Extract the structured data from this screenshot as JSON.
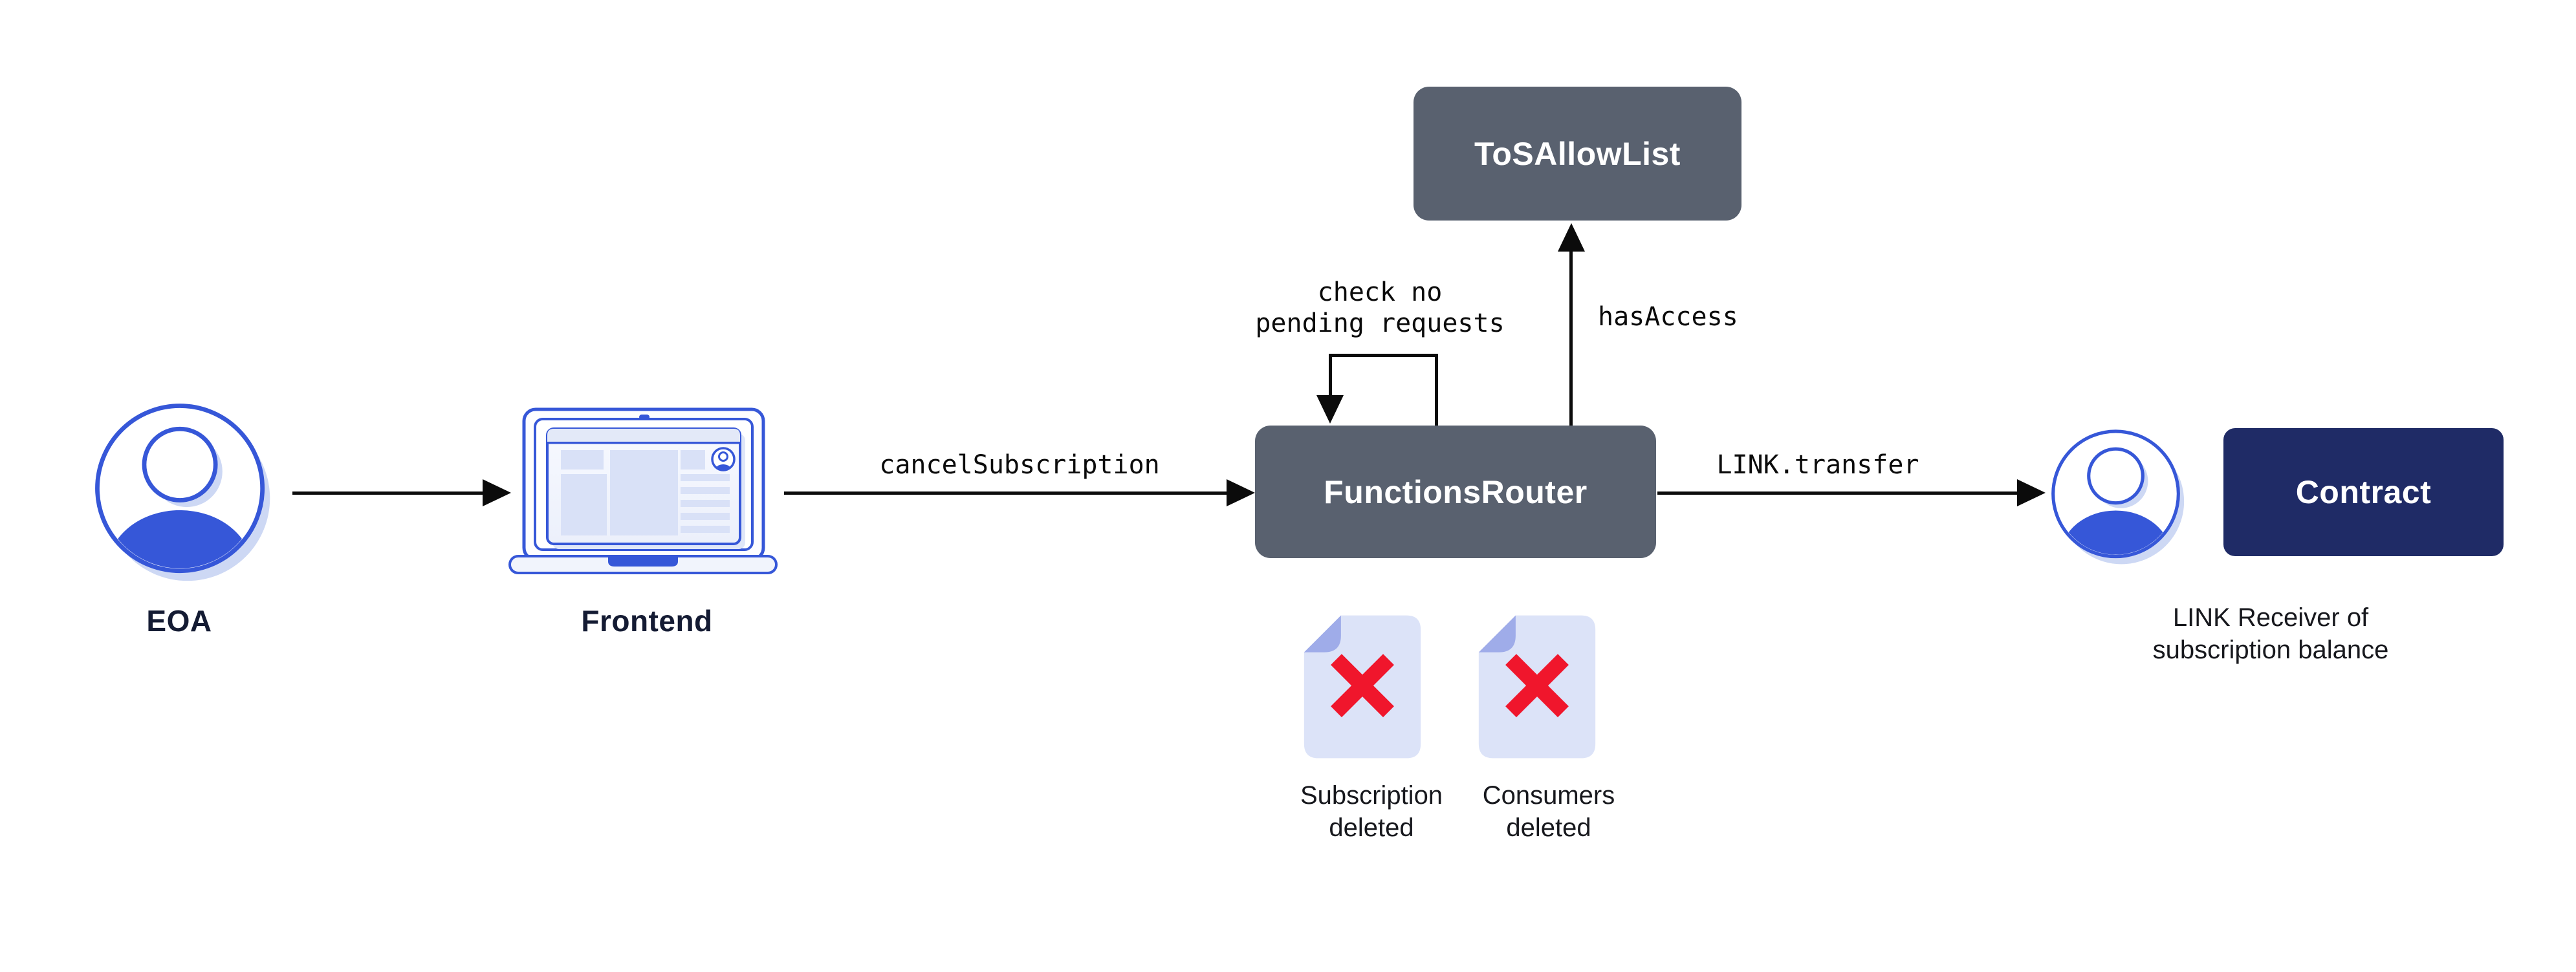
{
  "title": "Cancel subscription flow diagram",
  "colors": {
    "box_slate": "#59616F",
    "box_navy": "#1F2B66",
    "brand_blue": "#3657D8",
    "icon_shadow_blue": "#CDD8F4",
    "doc_fill": "#DCE3F8",
    "doc_fold": "#9FACE9",
    "delete_red": "#F0162C",
    "arrow_black": "#0B0B0B",
    "caption_navy": "#141B33"
  },
  "nodes": {
    "eoa": {
      "label": "EOA"
    },
    "frontend": {
      "label": "Frontend"
    },
    "functions_router": {
      "label": "FunctionsRouter"
    },
    "tos_allow_list": {
      "label": "ToSAllowList"
    },
    "contract": {
      "label": "Contract"
    },
    "receiver": {
      "caption": "LINK Receiver of\nsubscription balance"
    }
  },
  "edges": {
    "frontend_to_router": {
      "label": "cancelSubscription"
    },
    "router_self_check": {
      "label": "check no\npending requests"
    },
    "router_to_tos": {
      "label": "hasAccess"
    },
    "router_to_receiver": {
      "label": "LINK.transfer"
    }
  },
  "artifacts": {
    "subscription_doc": {
      "caption": "Subscription\ndeleted"
    },
    "consumers_doc": {
      "caption": "Consumers\ndeleted"
    }
  }
}
